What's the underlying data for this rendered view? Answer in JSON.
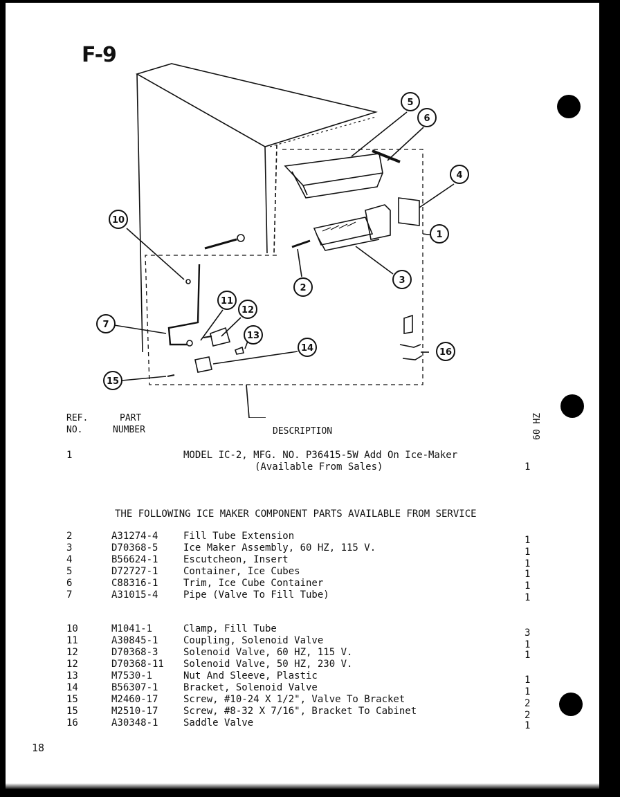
{
  "page_label": "F-9",
  "page_number": "18",
  "hz_label": "60 HZ",
  "headers": {
    "ref": [
      "REF.",
      "NO."
    ],
    "part": [
      "PART",
      "NUMBER"
    ],
    "description": "DESCRIPTION"
  },
  "model": {
    "ref": "1",
    "description": "MODEL IC-2, MFG. NO. P36415-5W Add On Ice-Maker",
    "description_2": "(Available From Sales)",
    "qty": "1"
  },
  "section_heading": "THE FOLLOWING ICE MAKER COMPONENT PARTS AVAILABLE FROM SERVICE",
  "parts_group_1": [
    {
      "ref": "2",
      "part": "A31274-4",
      "desc": "Fill Tube Extension",
      "qty": "1"
    },
    {
      "ref": "3",
      "part": "D70368-5",
      "desc": "Ice Maker Assembly, 60 HZ, 115 V.",
      "qty": "1"
    },
    {
      "ref": "4",
      "part": "B56624-1",
      "desc": "Escutcheon, Insert",
      "qty": "1"
    },
    {
      "ref": "5",
      "part": "D72727-1",
      "desc": "Container, Ice Cubes",
      "qty": "1"
    },
    {
      "ref": "6",
      "part": "C88316-1",
      "desc": "Trim, Ice Cube Container",
      "qty": "1"
    },
    {
      "ref": "7",
      "part": "A31015-4",
      "desc": "Pipe (Valve To Fill Tube)",
      "qty": "1"
    }
  ],
  "parts_group_2": [
    {
      "ref": "10",
      "part": "M1041-1",
      "desc": "Clamp, Fill Tube",
      "qty": "3"
    },
    {
      "ref": "11",
      "part": "A30845-1",
      "desc": "Coupling, Solenoid Valve",
      "qty": "1"
    },
    {
      "ref": "12",
      "part": "D70368-3",
      "desc": "Solenoid Valve, 60 HZ, 115 V.",
      "qty": "1"
    },
    {
      "ref": "12",
      "part": "D70368-11",
      "desc": "Solenoid Valve, 50 HZ, 230 V.",
      "qty": ""
    },
    {
      "ref": "13",
      "part": "M7530-1",
      "desc": "Nut And Sleeve, Plastic",
      "qty": "1"
    },
    {
      "ref": "14",
      "part": "B56307-1",
      "desc": "Bracket, Solenoid Valve",
      "qty": "1"
    },
    {
      "ref": "15",
      "part": "M2460-17",
      "desc": "Screw, #10-24 X 1/2\", Valve To Bracket",
      "qty": "2"
    },
    {
      "ref": "15",
      "part": "M2510-17",
      "desc": "Screw, #8-32 X 7/16\", Bracket To Cabinet",
      "qty": "2"
    },
    {
      "ref": "16",
      "part": "A30348-1",
      "desc": "Saddle Valve",
      "qty": "1"
    }
  ],
  "callouts": [
    "1",
    "2",
    "3",
    "4",
    "5",
    "6",
    "7",
    "10",
    "11",
    "12",
    "13",
    "14",
    "15",
    "16"
  ]
}
